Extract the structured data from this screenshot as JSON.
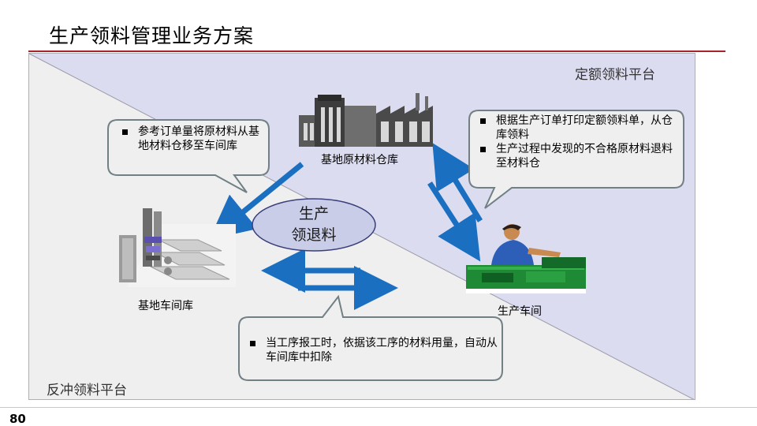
{
  "page": {
    "title": "生产领料管理业务方案",
    "page_number": "80"
  },
  "platforms": {
    "top_right": "定额领料平台",
    "bottom_left": "反冲领料平台"
  },
  "nodes": {
    "warehouse": "基地原材料仓库",
    "workshop_store": "基地车间库",
    "workshop": "生产车间",
    "center_label_line1": "生产",
    "center_label_line2": "领退料"
  },
  "callouts": {
    "left": [
      "参考订单量将原材料从基地材料仓移至车间库"
    ],
    "right": [
      "根据生产订单打印定额领料单，从仓库领料",
      "生产过程中发现的不合格原材料退料至材料仓"
    ],
    "bottom": [
      "当工序报工时，依据该工序的材料用量，自动从车间库中扣除"
    ]
  },
  "icons": {
    "warehouse": "factory-icon",
    "workshop_store": "warehouse-shelves-icon",
    "workshop": "worker-at-machine-icon"
  },
  "colors": {
    "accent_rule": "#a8232a",
    "top_region": "#dcdcf0",
    "bottom_region": "#efefef",
    "arrow": "#1a6fc0",
    "oval": "#c9cde8"
  }
}
